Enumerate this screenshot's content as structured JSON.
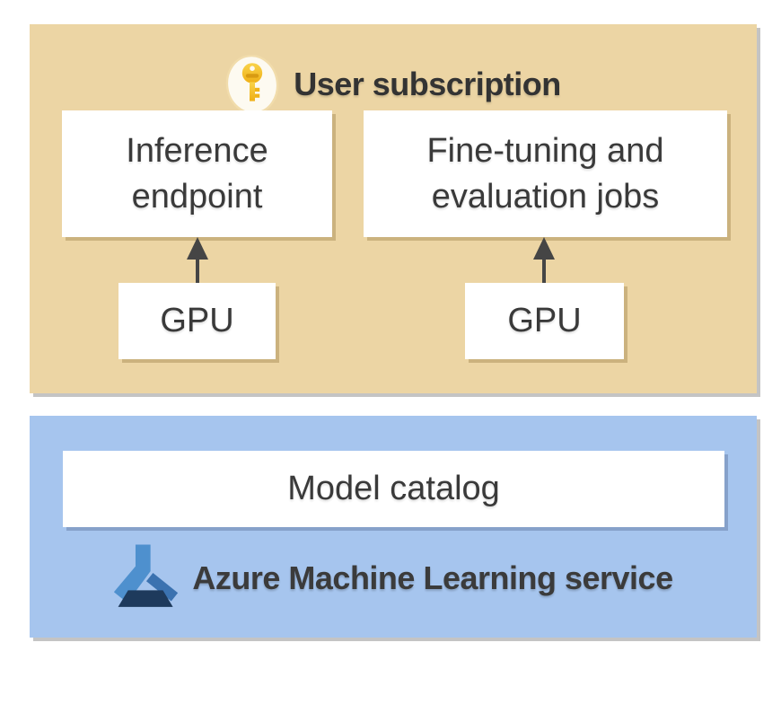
{
  "colors": {
    "subscription_panel_bg": "#ecd5a4",
    "azure_panel_bg": "#a6c5ee",
    "node_bg": "#ffffff",
    "text": "#3a3a3a",
    "arrow": "#454545",
    "panel_shadow": "#c4c4c4",
    "key_gold": "#f3bb27",
    "key_badge_bg": "#fdfaf1",
    "key_badge_border": "#f1dcab",
    "aml_light_blue": "#4e90ce",
    "aml_mid_blue": "#3b72b0",
    "aml_dark_blue": "#1e3a5c"
  },
  "subscription": {
    "title": "User subscription",
    "icon": "key-icon",
    "boxes": {
      "inference": {
        "label": "Inference endpoint"
      },
      "finetune": {
        "label": "Fine-tuning and evaluation jobs"
      }
    },
    "gpus": {
      "left": {
        "label": "GPU"
      },
      "right": {
        "label": "GPU"
      }
    }
  },
  "azure": {
    "title": "Azure Machine Learning service",
    "icon": "azure-ml-icon",
    "boxes": {
      "model_catalog": {
        "label": "Model catalog"
      }
    }
  }
}
